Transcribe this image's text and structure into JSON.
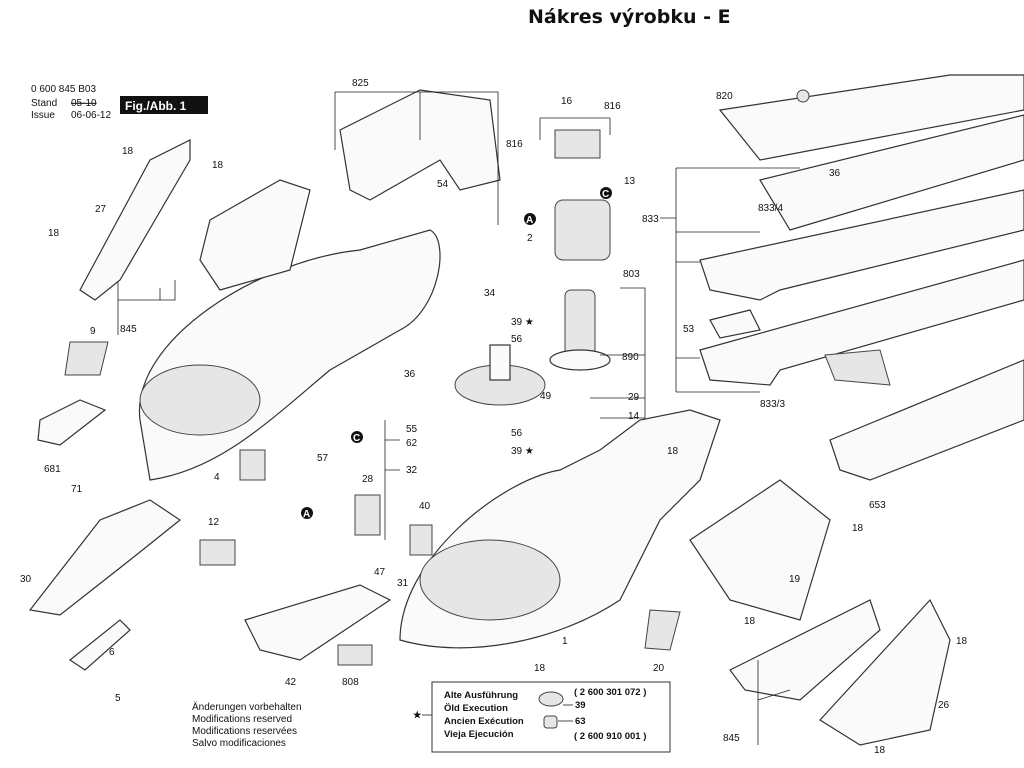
{
  "title": "Nákres výrobku - E",
  "header": {
    "part_number": "0 600 845 B03",
    "stand_label": "Stand",
    "issue_label": "Issue",
    "stand_value": "05-10",
    "issue_value": "06-06-12",
    "figure": "Fig./Abb. 1"
  },
  "labels": [
    "825",
    "16",
    "816",
    "816",
    "13",
    "C",
    "A",
    "2",
    "820",
    "36",
    "833",
    "833/4",
    "53",
    "833/3",
    "653",
    "18",
    "27",
    "18",
    "18",
    "845",
    "9",
    "681",
    "71",
    "30",
    "12",
    "4",
    "57",
    "C",
    "A",
    "6",
    "5",
    "42",
    "808",
    "54",
    "34",
    "39 ★",
    "56",
    "36",
    "49",
    "56",
    "39 ★",
    "55",
    "62",
    "32",
    "28",
    "40",
    "47",
    "31",
    "803",
    "890",
    "29",
    "14",
    "18",
    "1",
    "18",
    "20",
    "19",
    "18",
    "18",
    "18",
    "26",
    "845",
    "18"
  ],
  "legend_box": {
    "lines": [
      "Alte Ausführung",
      "Öld Execution",
      "Ancien Exécution",
      "Vieja Ejecución"
    ],
    "part_top": "( 2 600 301 072 )",
    "part_bottom": "( 2 600 910 001 )",
    "ref_39": "39",
    "ref_63": "63",
    "star": "★"
  },
  "notes": [
    "Änderungen vorbehalten",
    "Modifications reserved",
    "Modifications reservées",
    "Salvo modificaciones"
  ]
}
